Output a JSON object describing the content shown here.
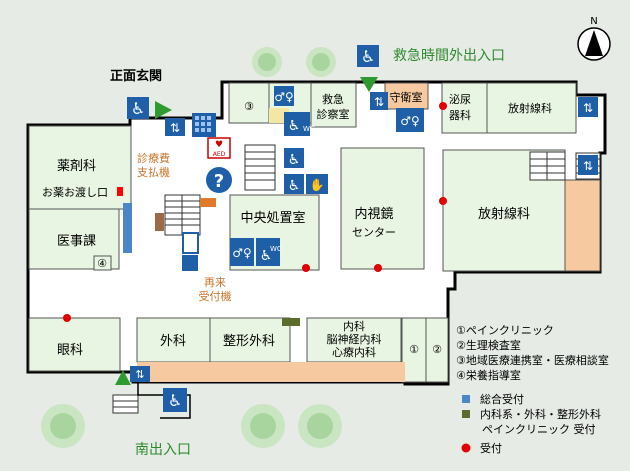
{
  "entrances": {
    "main": "正面玄関",
    "emergency": "救急時間外出入口",
    "south": "南出入口"
  },
  "compass": {
    "letter": "N"
  },
  "rooms": {
    "pharmacy": "薬剤科",
    "medicine_pickup": "お薬お渡し口",
    "medical_affairs": "医事課",
    "ophthalmology": "眼科",
    "emergency_room_1": "救急",
    "emergency_room_2": "診察室",
    "guard_room": "守衛室",
    "urology_1": "泌尿",
    "urology_2": "器科",
    "radiology_top": "放射線科",
    "radiology_right": "放射線科",
    "central_treatment": "中央処置室",
    "endoscopy_1": "内視鏡",
    "endoscopy_2": "センター",
    "surgery": "外科",
    "orthopedics": "整形外科",
    "internal_1": "内科",
    "internal_2": "脳神経内科",
    "internal_3": "心療内科",
    "room1": "①",
    "room2": "②",
    "room3": "③",
    "room4": "④",
    "payment_1": "診療費",
    "payment_2": "支払機",
    "return_1": "再来",
    "return_2": "受付機"
  },
  "legend": {
    "numbered": [
      "①ペインクリニック",
      "②生理検査室",
      "③地域医療連携室・医療相談室",
      "④栄養指導室"
    ],
    "general_reception": "総合受付",
    "dept_reception_1": "内科系・外科・整形外科",
    "dept_reception_2": "ペインクリニック 受付",
    "reception": "受付"
  },
  "icons": {
    "toilet_label": "WC",
    "aed_label": "AED"
  },
  "colors": {
    "room": "#e8f5e2",
    "corridor": "#ffffff",
    "background": "#e6ebe6",
    "orange": "#f7c9a1",
    "blue_reception": "#4a86c8",
    "dept_reception": "#5c6b2e",
    "reception_dot": "#e00000",
    "entrance_arrow": "#2f9a2f",
    "sign_blue": "#1f5fa8"
  }
}
